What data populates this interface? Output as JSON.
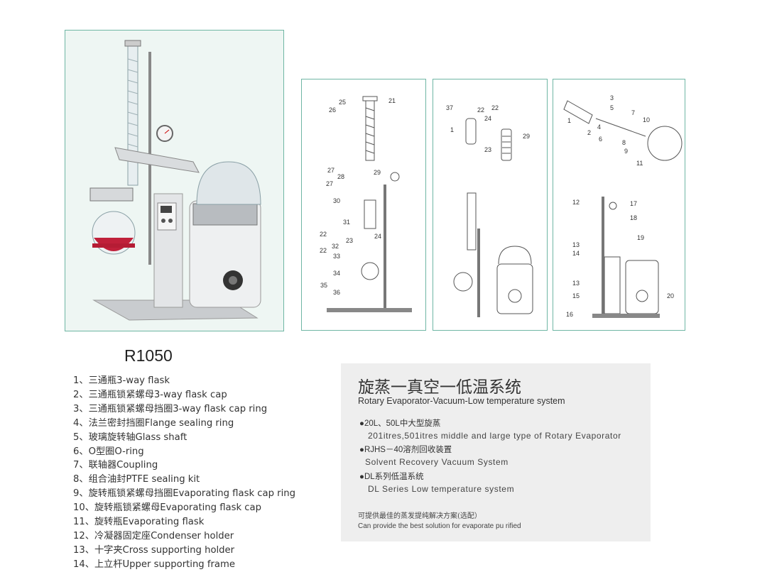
{
  "model": "R1050",
  "parts": [
    "1、三通瓶3-way flask",
    "2、三通瓶锁紧螺母3-way flask cap",
    "3、三通瓶锁紧螺母挡圈3-way flask cap ring",
    "4、法兰密封挡圈Flange sealing ring",
    "5、玻璃旋转轴Glass shaft",
    "6、O型圈O-ring",
    "7、联轴器Coupling",
    "8、组合油封PTFE sealing kit",
    "9、旋转瓶锁紧螺母挡圈Evaporating flask cap ring",
    "10、旋转瓶锁紧螺母Evaporating flask cap",
    "11、旋转瓶Evaporating flask",
    "12、冷凝器固定座Condenser holder",
    "13、十字夹Cross supporting holder",
    "14、上立杆Upper supporting frame"
  ],
  "system": {
    "title": "旋蒸一真空一低温系统",
    "subtitle": "Rotary Evaporator-Vacuum-Low temperature system",
    "features": [
      {
        "cn": "●20L、50L中大型旋蒸",
        "en": "201itres,501itres middle and large type of Rotary Evaporator"
      },
      {
        "cn": "●RJHS－40溶剂回收装置",
        "en": "Solvent Recovery Vacuum System"
      },
      {
        "cn": "●DL系列低温系统",
        "en": "DL Series Low temperature system"
      }
    ],
    "note_cn": "可提供最佳的蒸发提纯解决方案(选配）",
    "note_en": "Can provide the best solution for evaporate pu rified"
  },
  "diagram_labels": {
    "d1": [
      "25",
      "21",
      "26",
      "27",
      "28",
      "29",
      "27",
      "30",
      "31",
      "22",
      "24",
      "23",
      "32",
      "22",
      "33",
      "34",
      "35",
      "36"
    ],
    "d2": [
      "37",
      "22",
      "22",
      "24",
      "1",
      "23",
      "29"
    ],
    "d3": [
      "3",
      "5",
      "7",
      "10",
      "1",
      "2",
      "4",
      "6",
      "8",
      "9",
      "11",
      "12",
      "17",
      "18",
      "19",
      "13",
      "14",
      "13",
      "15",
      "20",
      "16"
    ]
  },
  "colors": {
    "panel_border": "#6fb6a4",
    "photo_bg": "#eef6f3",
    "info_bg": "#eeeeee",
    "liquid": "#c0203a"
  }
}
